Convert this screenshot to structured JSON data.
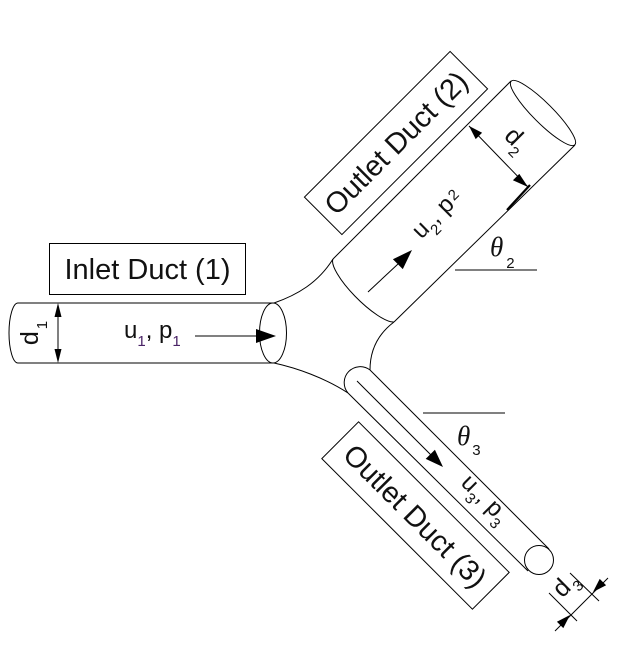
{
  "labels": {
    "inlet_duct": "Inlet Duct (1)",
    "outlet_duct_2": "Outlet Duct (2)",
    "outlet_duct_3": "Outlet Duct (3)"
  },
  "ducts": {
    "inlet": {
      "velocity_symbol": "u",
      "velocity_subscript": "1",
      "separator": ", ",
      "pressure_symbol": "p",
      "pressure_subscript": "1",
      "diameter_symbol": "d",
      "diameter_subscript": "1"
    },
    "outlet_2": {
      "velocity_symbol": "u",
      "velocity_subscript": "2",
      "separator": ", ",
      "pressure_symbol": "p",
      "pressure_subscript": "2",
      "diameter_symbol": "d",
      "diameter_subscript": "2",
      "angle_symbol": "θ",
      "angle_subscript": "2"
    },
    "outlet_3": {
      "velocity_symbol": "u",
      "velocity_subscript": "3",
      "separator": ", ",
      "pressure_symbol": "p",
      "pressure_subscript": "3",
      "diameter_symbol": "d",
      "diameter_subscript": "3",
      "angle_symbol": "θ",
      "angle_subscript": "3"
    }
  },
  "colors": {
    "stroke": "#000000",
    "background": "#ffffff",
    "inlet_subscript": "#4a2366"
  }
}
